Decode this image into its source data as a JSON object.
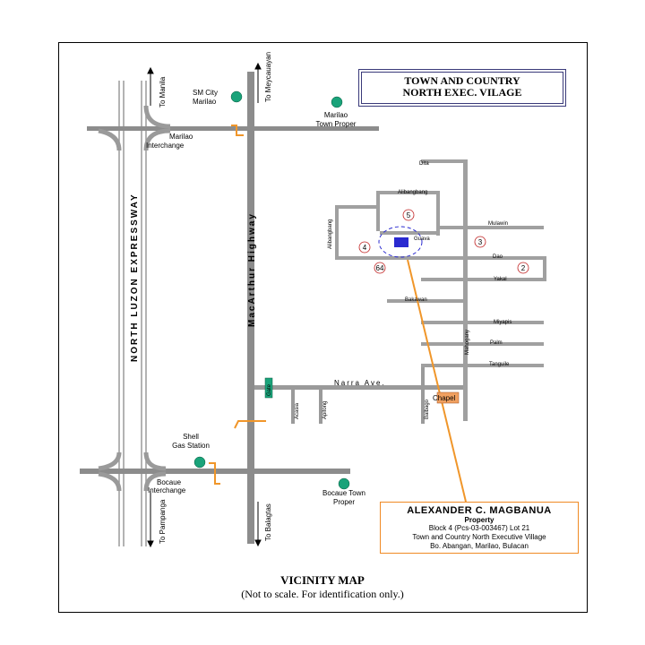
{
  "map": {
    "title_line1": "TOWN AND COUNTRY",
    "title_line2": "NORTH EXEC. VILAGE",
    "expressway": "NORTH LUZON EXPRESSWAY",
    "highway": "MacArthur Highway",
    "to_manila": "To Manila",
    "to_pampanga": "To Pampanga",
    "to_meycauayan": "To Meycauayan",
    "to_balagtas": "To Balagtas",
    "marilao_interchange_1": "Marilao",
    "marilao_interchange_2": "Interchange",
    "bocaue_interchange_1": "Bocaue",
    "bocaue_interchange_2": "Interchange",
    "sm_city_1": "SM City",
    "sm_city_2": "Marilao",
    "marilao_town_1": "Marilao",
    "marilao_town_2": "Town Proper",
    "shell_1": "Shell",
    "shell_2": "Gas Station",
    "bocaue_town_1": "Bocaue Town",
    "bocaue_town_2": "Proper",
    "narra": "Narra Ave.",
    "chapel": "Chapel",
    "gate": "Gate",
    "streets": {
      "dita": "Dita",
      "alibangbang_h": "Alibangbang",
      "alibangbang_v": "Alibangbang",
      "guava": "Guava",
      "mulawin": "Mulawin",
      "dao": "Dao",
      "yakal": "Yakal",
      "bakawan": "Bakawan",
      "miyapis": "Miyapis",
      "palm": "Palm",
      "tanguile": "Tanguile",
      "mahogany": "Mahogany",
      "acasia": "Acasia",
      "apitong": "Apitong",
      "balbago": "Balbago"
    },
    "blocks": [
      "5",
      "4",
      "3",
      "2",
      "64"
    ]
  },
  "owner": {
    "name": "ALEXANDER C. MAGBANUA",
    "label": "Property",
    "line1": "Block 4 (Pcs-03-003467) Lot 21",
    "line2": "Town and Country North Executive Village",
    "line3": "Bo. Abangan, Marilao, Bulacan"
  },
  "footer": {
    "title": "VICINITY MAP",
    "subtitle": "(Not to scale. For identification only.)"
  },
  "colors": {
    "road": "#8c8c8c",
    "landmark": "#1aa37a",
    "connector": "#f0962a",
    "property": "#2a2ad0",
    "chapel": "#f0a060"
  }
}
